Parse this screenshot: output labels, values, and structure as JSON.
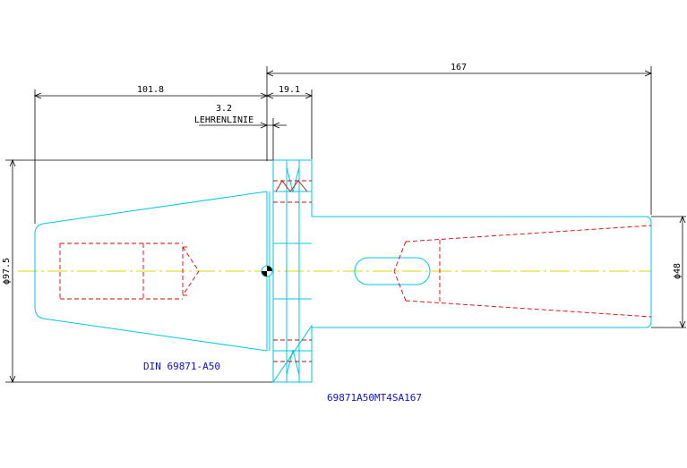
{
  "dimensions": {
    "overall_length": "167",
    "taper_length": "101.8",
    "flange_width": "19.1",
    "gauge_offset": "3.2",
    "gauge_line_label": "LEHRENLINIE",
    "flange_diameter": "ϕ97.5",
    "shank_diameter": "ϕ48"
  },
  "labels": {
    "standard": "DIN 69871-A50",
    "part_number": "69871A50MT4SA167"
  },
  "colors": {
    "outline": "#00c8e0",
    "hidden": "#e00000",
    "centerline": "#d8d800",
    "dimension": "#000000",
    "label": "#1010c8"
  }
}
